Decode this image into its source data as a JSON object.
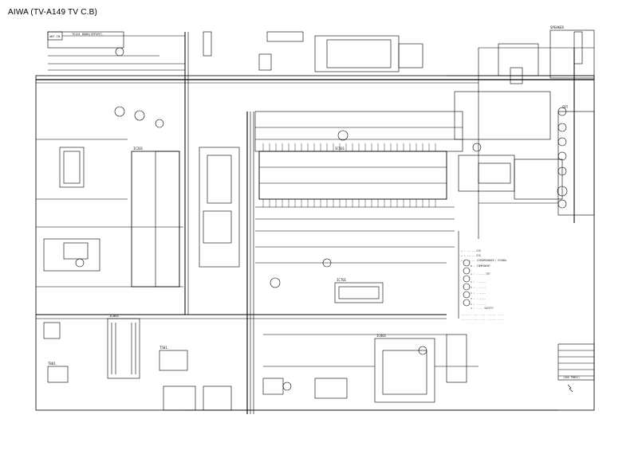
{
  "title": "AIWA (TV-A149 TV  C.B)",
  "panels": {
    "top_left_label": "TU101  BAND(SEPORT)",
    "antenna_label": "ANT IN",
    "ic_main": "IC501",
    "ic_large": "IC201",
    "ic_power": "IC801",
    "ic_sound": "IC601",
    "ic_memory": "IC701",
    "flyback": "T501",
    "power_trans": "T801",
    "crt_label": "CRT",
    "speaker_label": "SPEAKER"
  },
  "legend": {
    "items": [
      "→ : ----- SIG",
      "→ : ----- SIG",
      "→ : ----- (CHROMINANCE) SIGNAL",
      "⊕ : COMPONENT",
      "◎ : ----- CRT",
      "⊙ : ------",
      "⊙ : ------",
      "⊙ : ------",
      "⊙ : ------",
      "⊙ : ------",
      "⊙ : ---- SAFETY",
      "------- ---- --- ------ ----",
      "------- ---- --- ------ ----"
    ]
  },
  "note_box": {
    "footer": "(000 TM001)"
  }
}
